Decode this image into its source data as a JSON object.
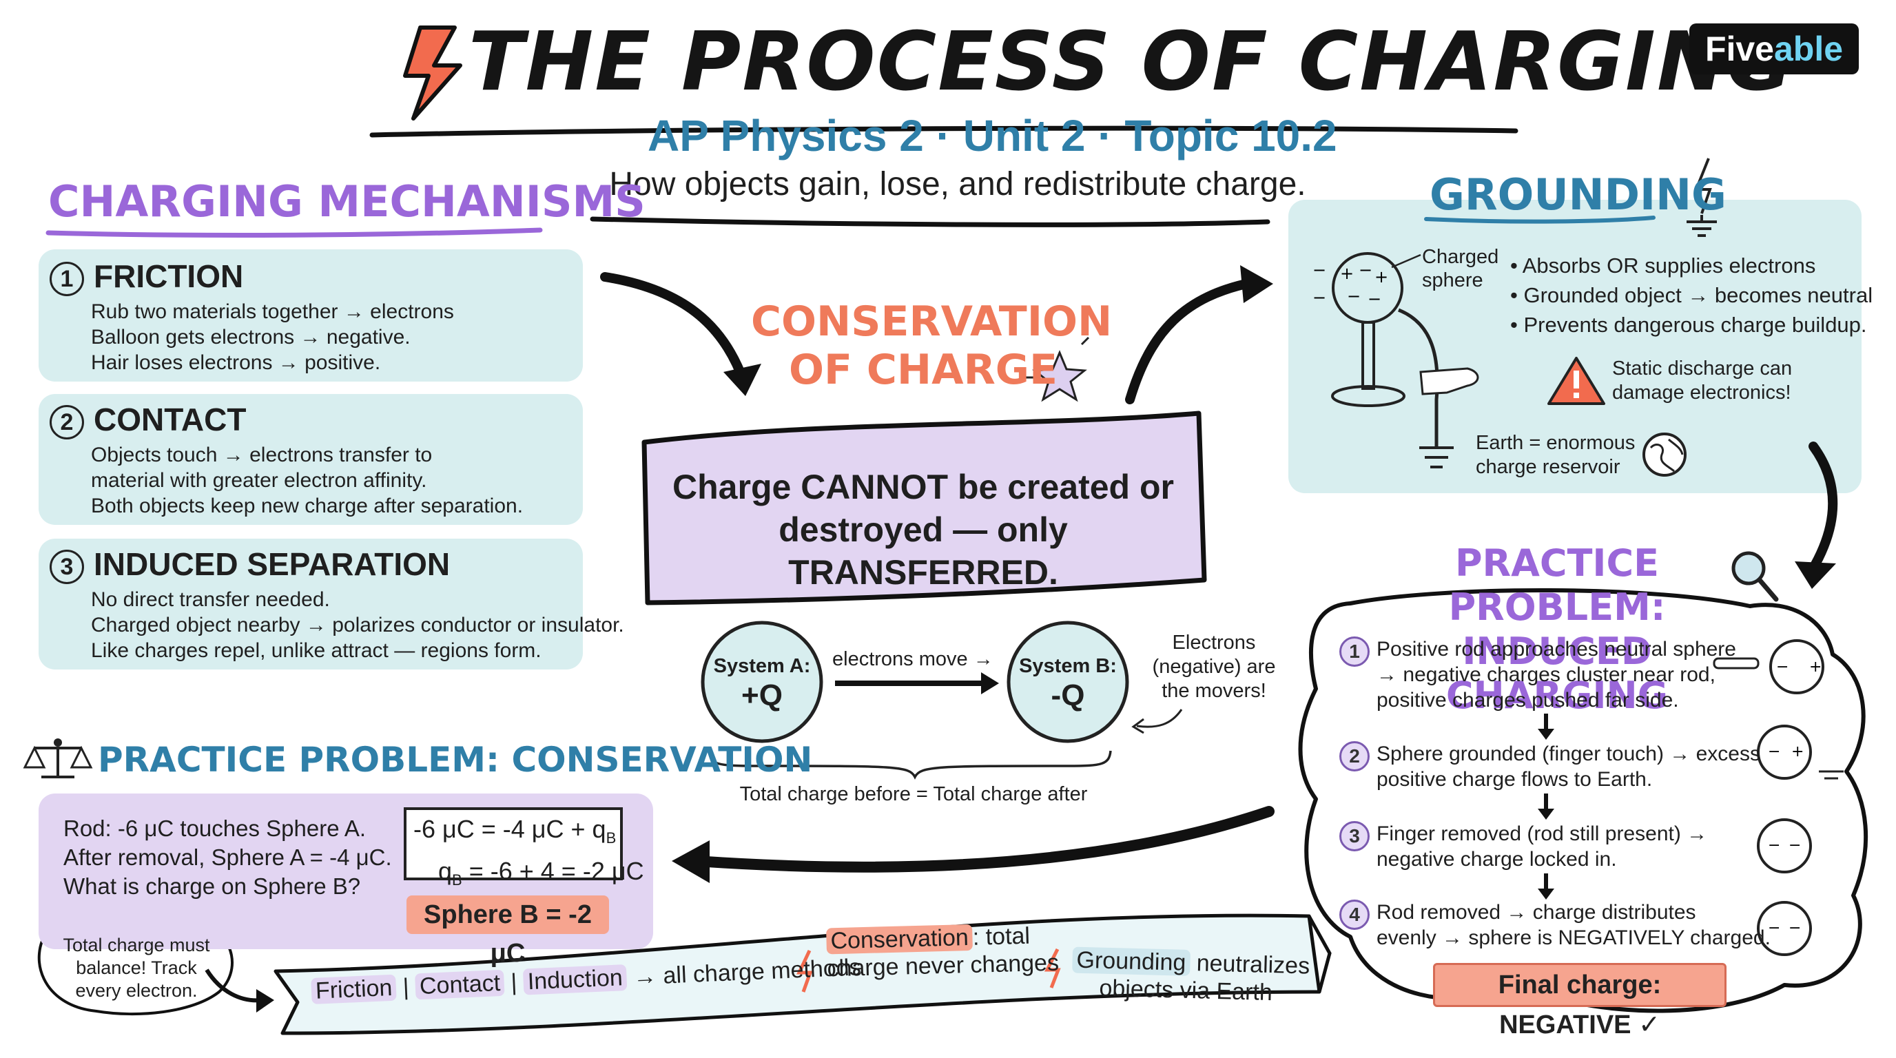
{
  "header": {
    "title": "THE PROCESS OF CHARGING",
    "subtitle": "AP Physics 2 · Unit 2 · Topic 10.2",
    "tagline": "How objects gain, lose, and redistribute charge.",
    "logo_part1": "Five",
    "logo_part2": "able"
  },
  "mechanisms": {
    "heading": "CHARGING MECHANISMS",
    "friction": {
      "num": "1",
      "title": "FRICTION",
      "lines": [
        "Rub two materials together → electrons",
        "Balloon gets electrons → negative.",
        "Hair loses electrons → positive."
      ]
    },
    "contact": {
      "num": "2",
      "title": "CONTACT",
      "lines": [
        "Objects touch → electrons transfer to",
        "material with greater electron affinity.",
        "Both objects keep new charge after separation."
      ]
    },
    "induced": {
      "num": "3",
      "title": "INDUCED SEPARATION",
      "lines": [
        "No direct transfer needed.",
        "Charged object nearby → polarizes conductor or insulator.",
        "Like charges repel, unlike attract — regions form."
      ]
    }
  },
  "conservation": {
    "heading_line1": "CONSERVATION",
    "heading_line2": "OF CHARGE",
    "statement_line1": "Charge CANNOT be created or",
    "statement_line2": "destroyed — only TRANSFERRED.",
    "system_a_label": "System A:",
    "system_a_value": "+Q",
    "system_b_label": "System B:",
    "system_b_value": "-Q",
    "arrow_label": "electrons move →",
    "movers_note_line1": "Electrons",
    "movers_note_line2": "(negative) are",
    "movers_note_line3": "the movers!",
    "total_note": "Total charge before = Total charge after"
  },
  "grounding": {
    "heading": "GROUNDING",
    "sphere_label_line1": "Charged",
    "sphere_label_line2": "sphere",
    "bullets": [
      "• Absorbs OR supplies electrons",
      "• Grounded object → becomes neutral",
      "• Prevents dangerous charge buildup."
    ],
    "warning_line1": "Static discharge can",
    "warning_line2": "damage electronics!",
    "earth_line1": "Earth = enormous",
    "earth_line2": "charge reservoir"
  },
  "practice_conservation": {
    "heading": "PRACTICE PROBLEM: CONSERVATION",
    "lines": [
      "Rod: -6 μC touches Sphere A.",
      "After removal, Sphere A = -4 μC.",
      "What is charge on Sphere B?"
    ],
    "eq1": "-6 μC = -4 μC + q",
    "eq1_sub": "B",
    "eq2_pre": "q",
    "eq2_sub": "B",
    "eq2_post": " = -6 + 4 = -2 μC",
    "answer": "Sphere B = -2 μC",
    "bubble_lines": [
      "Total charge must",
      "balance! Track",
      "every electron."
    ]
  },
  "practice_induced": {
    "heading_line1": "PRACTICE PROBLEM:",
    "heading_line2": "INDUCED CHARGING",
    "steps": [
      {
        "num": "1",
        "lines": [
          "Positive rod approaches neutral sphere",
          "→ negative charges cluster near rod,",
          "positive charges pushed far side."
        ]
      },
      {
        "num": "2",
        "lines": [
          "Sphere grounded (finger touch) → excess",
          "positive charge flows to Earth."
        ]
      },
      {
        "num": "3",
        "lines": [
          "Finger removed (rod still present) →",
          "negative charge locked in."
        ]
      },
      {
        "num": "4",
        "lines": [
          "Rod removed → charge distributes",
          "evenly → sphere is NEGATIVELY charged."
        ]
      }
    ],
    "final": "Final charge: NEGATIVE ✓"
  },
  "summary_ribbon": {
    "friction": "Friction",
    "contact": "Contact",
    "induction": "Induction",
    "sep": "|",
    "tail1": "→ all charge methods",
    "conservation": "Conservation",
    "tail2a": ": total",
    "tail2b": "charge never changes",
    "grounding": "Grounding",
    "tail3a": " neutralizes",
    "tail3b": "objects via Earth"
  },
  "colors": {
    "teal_panel": "#d8eeef",
    "lilac_panel": "#e2d5f2",
    "purple_heading": "#9a67d9",
    "blue_heading": "#2f7fa8",
    "coral": "#ef7a5a"
  }
}
